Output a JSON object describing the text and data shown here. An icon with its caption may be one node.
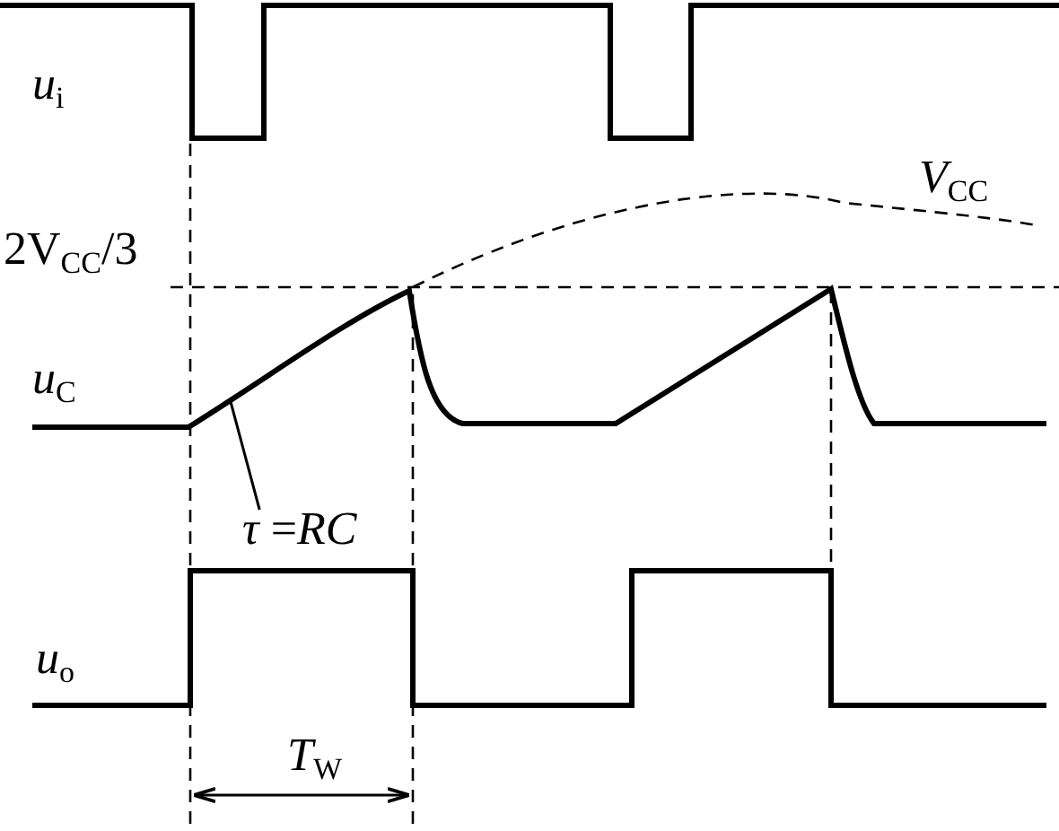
{
  "diagram": {
    "nodes": [
      {
        "text": [
          "*τ* =*RC*"
        ]
      },
      {
        "text": [],
        "shape": "curve"
      }
    ],
    "edges": [
      {
        "from": 0,
        "to": 1,
        "arrow": "none"
      }
    ],
    "labels": [
      "*u*$_{i}$",
      "2V$_{CC}$/3",
      "*V*$_{CC}$",
      "*u*$_{C}$",
      "*u*$_{o}$",
      "*T*$_{W}$"
    ]
  }
}
